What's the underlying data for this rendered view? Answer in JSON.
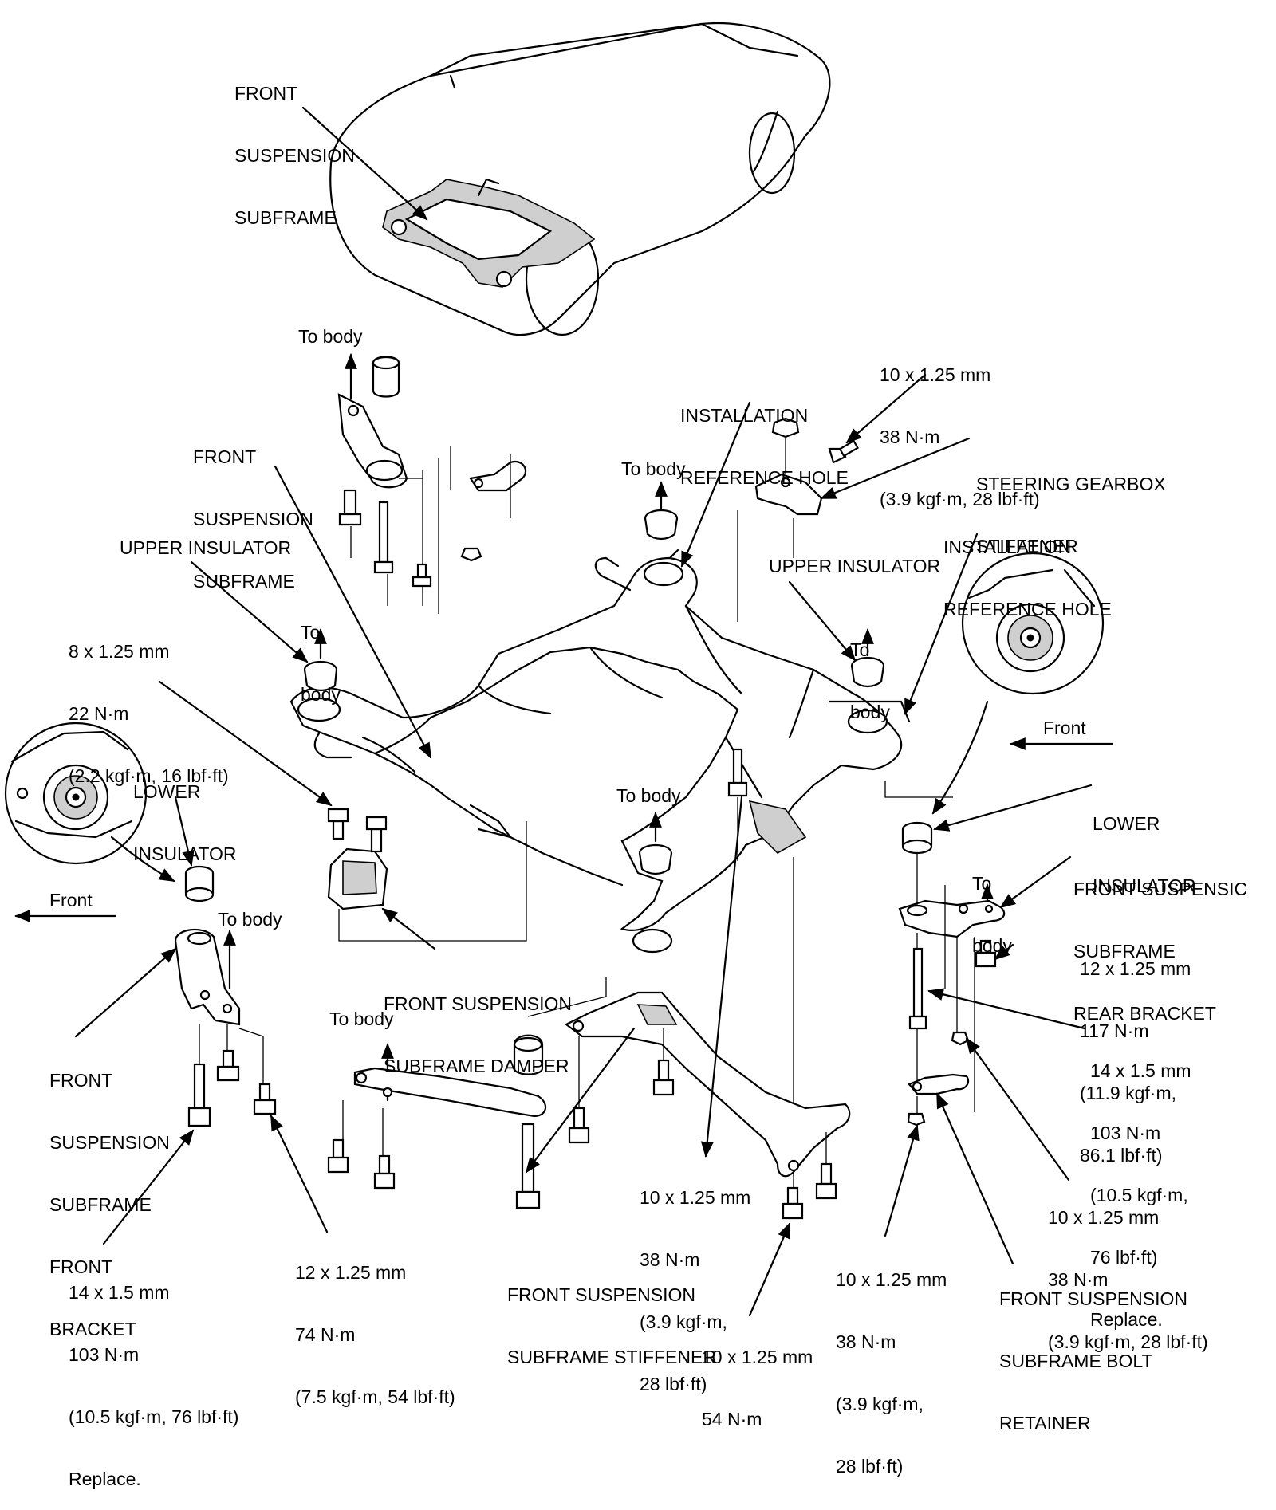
{
  "labels": {
    "car_subframe": [
      "FRONT",
      "SUSPENSION",
      "SUBFRAME"
    ],
    "to_body_upper_left": "To body",
    "front_subframe_left": [
      "FRONT",
      "SUSPENSION",
      "SUBFRAME"
    ],
    "upper_insulator_left": "UPPER INSULATOR",
    "to_body_left_insulator": [
      "To",
      "body"
    ],
    "torque_8x125": [
      "8 x 1.25 mm",
      "22 N·m",
      "(2.2 kgf·m, 16 lbf·ft)"
    ],
    "lower_insulator_left": [
      "LOWER",
      "INSULATOR"
    ],
    "front_left": "Front",
    "to_body_front_bracket": "To body",
    "front_bracket": [
      "FRONT",
      "SUSPENSION",
      "SUBFRAME",
      "FRONT",
      "BRACKET"
    ],
    "damper": [
      "FRONT SUSPENSION",
      "SUBFRAME DAMPER"
    ],
    "to_body_rear_left": "To body",
    "to_body_center_top": "To body",
    "to_body_center_bottom": "To body",
    "installation_ref_hole_top": [
      "INSTALLATION",
      "REFERENCE HOLE"
    ],
    "torque_top_right": [
      "10 x 1.25 mm",
      "38 N·m",
      "(3.9 kgf·m, 28 lbf·ft)"
    ],
    "steering_stiffener": [
      "STEERING GEARBOX",
      "STIFFENER"
    ],
    "installation_ref_hole_right": [
      "INSTALLATION",
      "REFERENCE HOLE"
    ],
    "upper_insulator_right": "UPPER INSULATOR",
    "to_body_right_insulator": [
      "To",
      "body"
    ],
    "front_right": "Front",
    "lower_insulator_right": [
      "LOWER",
      "INSULATOR"
    ],
    "to_body_rear_bracket": [
      "To",
      "body"
    ],
    "rear_bracket": [
      "FRONT SUSPENSIC",
      "SUBFRAME",
      "REAR BRACKET"
    ],
    "torque_12x125_117": [
      "12 x 1.25 mm",
      "117 N·m",
      "(11.9 kgf·m,",
      "86.1 lbf·ft)"
    ],
    "torque_14x15_right": [
      "14 x 1.5 mm",
      "103 N·m",
      "(10.5 kgf·m,",
      "76 lbf·ft)",
      "Replace."
    ],
    "torque_10x125_right": [
      "10 x 1.25 mm",
      "38 N·m",
      "(3.9 kgf·m, 28 lbf·ft)"
    ],
    "bolt_retainer": [
      "FRONT SUSPENSION",
      "SUBFRAME BOLT",
      "RETAINER"
    ],
    "torque_10x125_bottom_center": [
      "10 x 1.25 mm",
      "38 N·m",
      "(3.9 kgf·m,",
      "28 lbf·ft)"
    ],
    "torque_10x125_bottom_right": [
      "10 x 1.25 mm",
      "38 N·m",
      "(3.9 kgf·m,",
      "28 lbf·ft)"
    ],
    "subframe_stiffener": [
      "FRONT SUSPENSION",
      "SUBFRAME STIFFENER"
    ],
    "torque_12x125_74": [
      "12 x 1.25 mm",
      "74 N·m",
      "(7.5 kgf·m, 54 lbf·ft)"
    ],
    "torque_14x15_left": [
      "14 x 1.5 mm",
      "103 N·m",
      "(10.5 kgf·m, 76 lbf·ft)",
      "Replace."
    ],
    "torque_10x125_54": [
      "10 x 1.25 mm",
      "54 N·m"
    ]
  }
}
